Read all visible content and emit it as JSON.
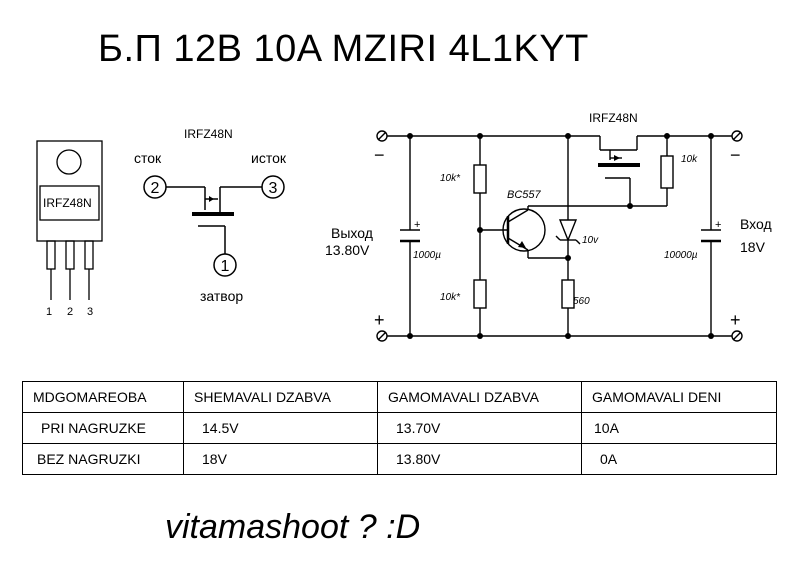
{
  "title": "Б.П 12В  10A MZIRI 4L1KYT",
  "package": {
    "part": "IRFZ48N",
    "pins": [
      "1",
      "2",
      "3"
    ]
  },
  "symbol": {
    "part": "IRFZ48N",
    "drain_label": "сток",
    "source_label": "исток",
    "gate_label": "затвор",
    "pin_gate": "1",
    "pin_drain": "2",
    "pin_source": "3"
  },
  "circuit": {
    "mosfet": "IRFZ48N",
    "output_label": "Выход",
    "output_voltage": "13.80V",
    "input_label": "Вход",
    "input_voltage": "18V",
    "r_top": "10k*",
    "r_bottom": "10k*",
    "r_gate": "10k",
    "r_zener": "560",
    "transistor": "BC557",
    "zener": "10v",
    "c_out": "1000µ",
    "c_in": "10000µ",
    "minus": "−",
    "plus": "+"
  },
  "table": {
    "headers": [
      "MDGOMAREOBA",
      "SHEMAVALI DZABVA",
      "GAMOMAVALI DZABVA",
      "GAMOMAVALI DENI"
    ],
    "rows": [
      [
        "PRI NAGRUZKE",
        "14.5V",
        "13.70V",
        "10A"
      ],
      [
        "BEZ NAGRUZKI",
        "18V",
        "13.80V",
        "0A"
      ]
    ]
  },
  "footer": "vitamashoot ?   :D"
}
